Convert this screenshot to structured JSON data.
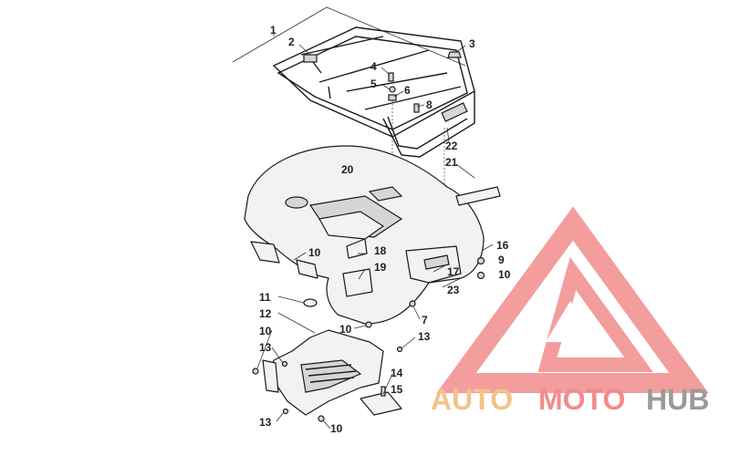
{
  "callouts": [
    {
      "id": "c1",
      "label": "1"
    },
    {
      "id": "c2",
      "label": "2"
    },
    {
      "id": "c3",
      "label": "3"
    },
    {
      "id": "c4",
      "label": "4"
    },
    {
      "id": "c5",
      "label": "5"
    },
    {
      "id": "c6",
      "label": "6"
    },
    {
      "id": "c8",
      "label": "8"
    },
    {
      "id": "c22",
      "label": "22"
    },
    {
      "id": "c21",
      "label": "21"
    },
    {
      "id": "c20",
      "label": "20"
    },
    {
      "id": "c10a",
      "label": "10"
    },
    {
      "id": "c18",
      "label": "18"
    },
    {
      "id": "c19",
      "label": "19"
    },
    {
      "id": "c16",
      "label": "16"
    },
    {
      "id": "c9",
      "label": "9"
    },
    {
      "id": "c10b",
      "label": "10"
    },
    {
      "id": "c17",
      "label": "17"
    },
    {
      "id": "c23",
      "label": "23"
    },
    {
      "id": "c11",
      "label": "11"
    },
    {
      "id": "c12",
      "label": "12"
    },
    {
      "id": "c7",
      "label": "7"
    },
    {
      "id": "c10c",
      "label": "10"
    },
    {
      "id": "c10d",
      "label": "10"
    },
    {
      "id": "c13a",
      "label": "13"
    },
    {
      "id": "c13b",
      "label": "13"
    },
    {
      "id": "c14",
      "label": "14"
    },
    {
      "id": "c15",
      "label": "15"
    },
    {
      "id": "c13c",
      "label": "13"
    },
    {
      "id": "c10e",
      "label": "10"
    }
  ],
  "watermark": {
    "word_auto": "AUTO",
    "word_moto": "MOTO",
    "word_hub": "HUB",
    "color_triangle": "#f28c8c",
    "color_auto": "#f4c28a",
    "color_hub": "#9a9a9a"
  }
}
